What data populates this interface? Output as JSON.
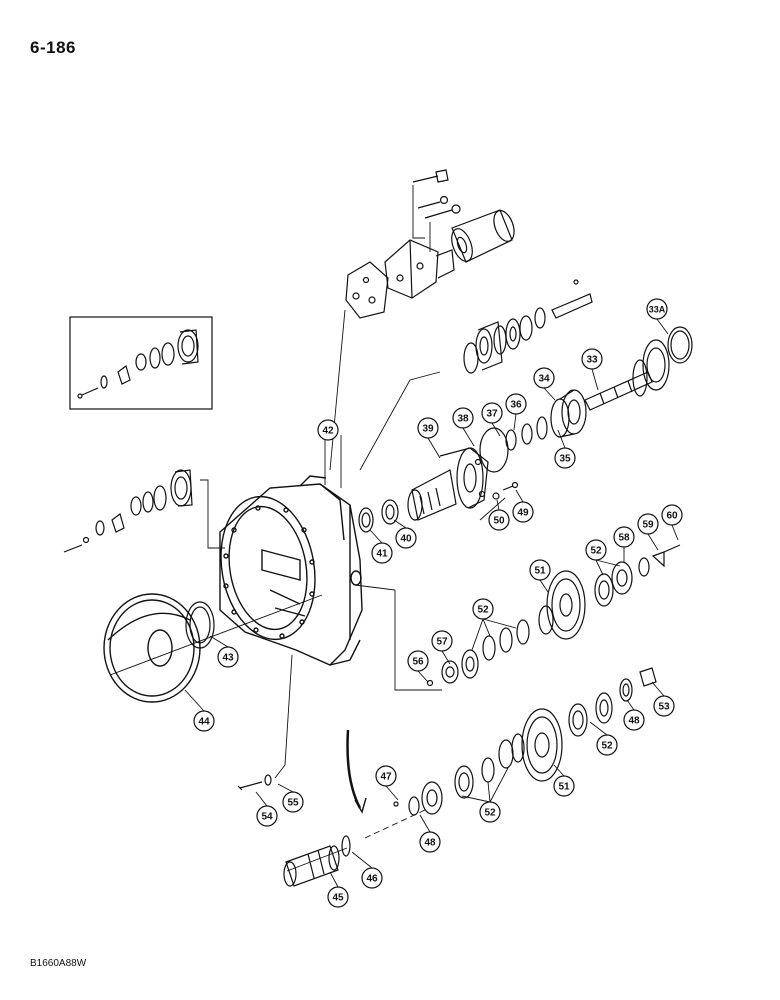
{
  "page": {
    "number": "6-186",
    "figure_code": "B1660A88W"
  },
  "callouts": {
    "c33A": "33A",
    "c33": "33",
    "c34": "34",
    "c35": "35",
    "c36": "36",
    "c37": "37",
    "c38": "38",
    "c39": "39",
    "c40": "40",
    "c41": "41",
    "c42": "42",
    "c43": "43",
    "c44": "44",
    "c45": "45",
    "c46": "46",
    "c47": "47",
    "c48a": "48",
    "c48b": "48",
    "c49": "49",
    "c50": "50",
    "c51a": "51",
    "c51b": "51",
    "c52a": "52",
    "c52b": "52",
    "c52c": "52",
    "c52d": "52",
    "c53": "53",
    "c54": "54",
    "c55": "55",
    "c56": "56",
    "c57": "57",
    "c58": "58",
    "c59": "59",
    "c60": "60"
  }
}
